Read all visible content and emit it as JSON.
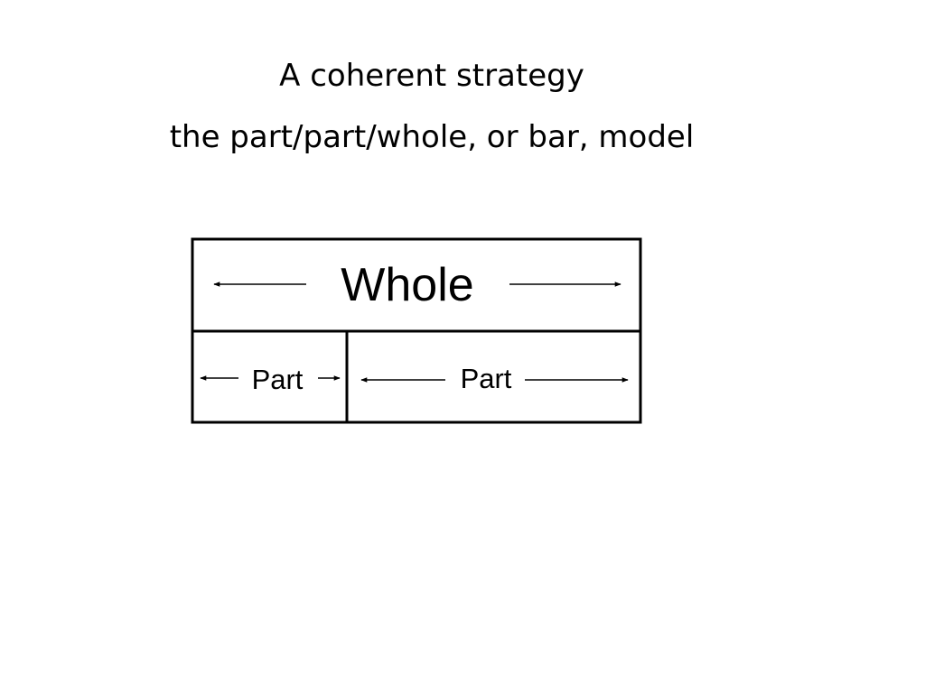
{
  "title": {
    "line1": "A coherent strategy",
    "line2": "the part/part/whole, or bar, model"
  },
  "bar_model": {
    "whole_label": "Whole",
    "parts": [
      {
        "label": "Part"
      },
      {
        "label": "Part"
      }
    ],
    "colors": {
      "stroke": "#000000",
      "background": "#ffffff"
    }
  }
}
